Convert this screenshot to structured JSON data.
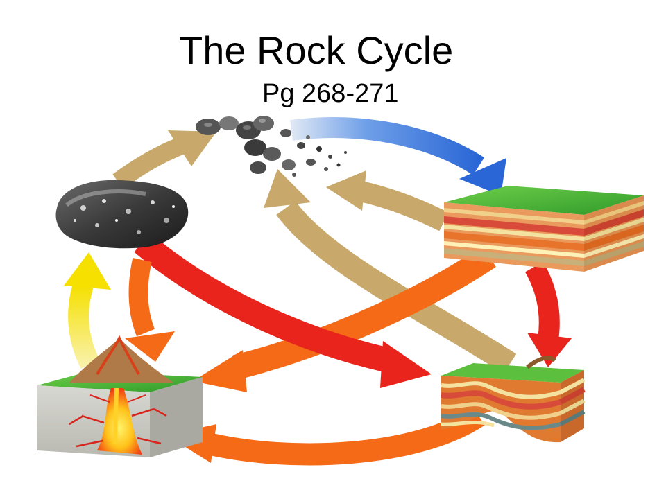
{
  "slide": {
    "title": "The Rock Cycle",
    "subtitle": "Pg 268-271"
  },
  "diagram": {
    "nodes": [
      {
        "id": "sediment",
        "icon": "sediment-pebbles-icon"
      },
      {
        "id": "igneous-rock",
        "icon": "igneous-rock-boulder-icon"
      },
      {
        "id": "sedimentary-rock",
        "icon": "sedimentary-layers-block-icon"
      },
      {
        "id": "metamorphic-rock",
        "icon": "folded-metamorphic-layers-icon"
      },
      {
        "id": "magma",
        "icon": "volcano-magma-block-icon"
      }
    ],
    "colors": {
      "weathering": "#c9a96b",
      "deposition": "#3f7fe0",
      "heat_pressure": "#e8241c",
      "melting": "#f46a16",
      "cooling": "#f7e21a"
    }
  }
}
